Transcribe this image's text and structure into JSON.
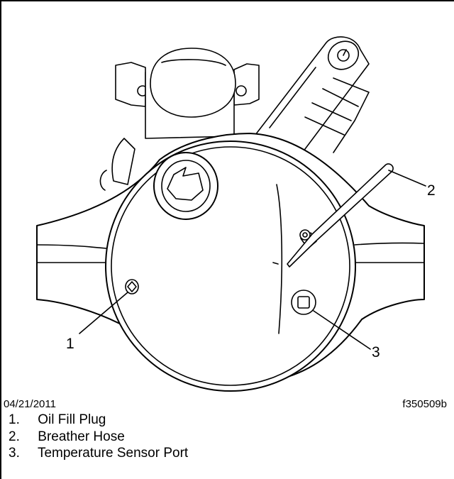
{
  "figure": {
    "date": "04/21/2011",
    "figure_id": "f350509b"
  },
  "callouts": [
    {
      "number": "1",
      "label": "Oil Fill Plug"
    },
    {
      "number": "2",
      "label": "Breather Hose"
    },
    {
      "number": "3",
      "label": "Temperature Sensor Port"
    }
  ]
}
